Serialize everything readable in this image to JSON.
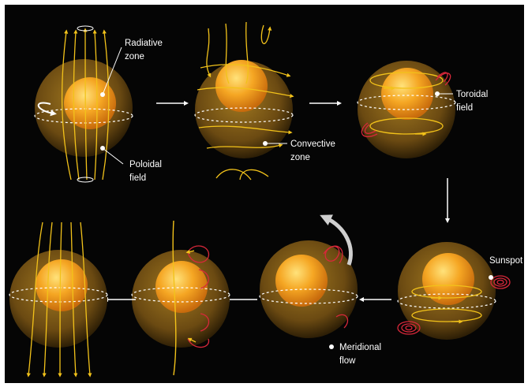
{
  "labels": {
    "radiative_zone": [
      "Radiative",
      "zone"
    ],
    "poloidal_field": [
      "Poloidal",
      "field"
    ],
    "convective_zone": [
      "Convective",
      "zone"
    ],
    "toroidal_field": [
      "Toroidal",
      "field"
    ],
    "sunspot": [
      "Sunspot"
    ],
    "meridional_flow": [
      "Meridional",
      "flow"
    ]
  },
  "colors": {
    "background": "#050505",
    "field_line": "#f2c21a",
    "sunspot_loop": "#d8283a",
    "arrow": "#ffffff",
    "core": "#f5a623",
    "shell": "#6b4a12"
  }
}
